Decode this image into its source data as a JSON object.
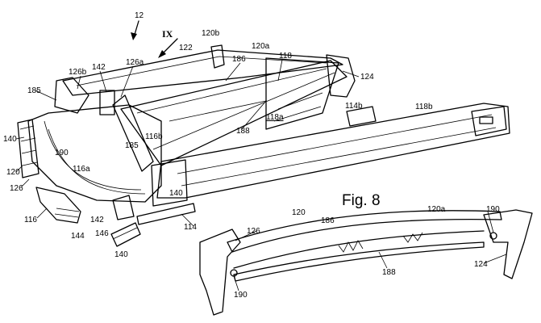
{
  "figure_label": "Fig. 8",
  "view_marker": "IX",
  "labels": {
    "l12": "12",
    "l120b": "120b",
    "l122": "122",
    "l120a_top": "120a",
    "l118": "118",
    "l126b": "126b",
    "l142_top": "142",
    "l126a": "126a",
    "l186_top": "186",
    "l124_top": "124",
    "l185_top": "185",
    "l118a": "118a",
    "l114b": "114b",
    "l118b": "118b",
    "l140_left": "140",
    "l190_left": "190",
    "l116b": "116b",
    "l188_top": "188",
    "l185_mid": "185",
    "l120_left": "120",
    "l116a": "116a",
    "l126_left": "126",
    "l140_mid": "140",
    "l116": "116",
    "l142_bot": "142",
    "l144": "144",
    "l146": "146",
    "l114": "114",
    "l140_bot": "140",
    "l126_det": "126",
    "l120_det": "120",
    "l186_det": "186",
    "l120a_det": "120a",
    "l190_det_top": "190",
    "l124_det": "124",
    "l188_det": "188",
    "l190_det_bot": "190"
  }
}
